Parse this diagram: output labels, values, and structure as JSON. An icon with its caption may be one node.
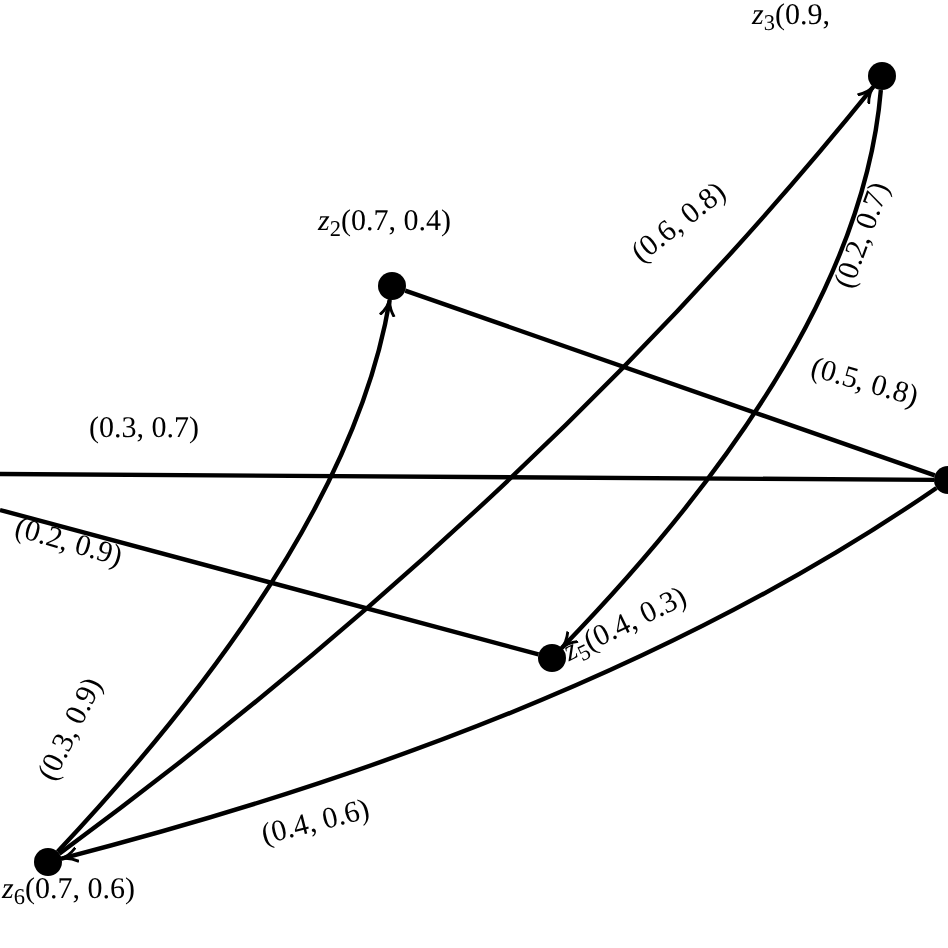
{
  "diagram": {
    "nodes": [
      {
        "text": [
          "*z*$_{3}$(0.9,"
        ]
      },
      {
        "text": [
          "*z*$_{2}$(0.7, 0.4)"
        ]
      },
      {
        "text": [
          "*z*$_{5}$(0.4, 0.3)"
        ]
      },
      {
        "text": [
          "*z*$_{6}$(0.7, 0.6)"
        ]
      },
      {
        "text": [],
        "shape": "circle"
      }
    ],
    "edges": [
      {
        "from": 3,
        "to": 0,
        "arrow": "to",
        "label": "(0.6, 0.8)"
      },
      {
        "from": 0,
        "to": 2,
        "arrow": "to",
        "label": "(0.2, 0.7)"
      },
      {
        "from": 1,
        "to": 4,
        "arrow": "none",
        "label": "(0.5, 0.8)"
      },
      {
        "from": null,
        "to": 4,
        "arrow": "none",
        "label": "(0.3, 0.7)"
      },
      {
        "from": null,
        "to": 2,
        "arrow": "none",
        "label": "(0.2, 0.9)"
      },
      {
        "from": 4,
        "to": 3,
        "arrow": "to",
        "label": "(0.4, 0.6)"
      },
      {
        "from": 3,
        "to": 1,
        "arrow": "to",
        "label": "(0.3, 0.9)"
      }
    ]
  }
}
